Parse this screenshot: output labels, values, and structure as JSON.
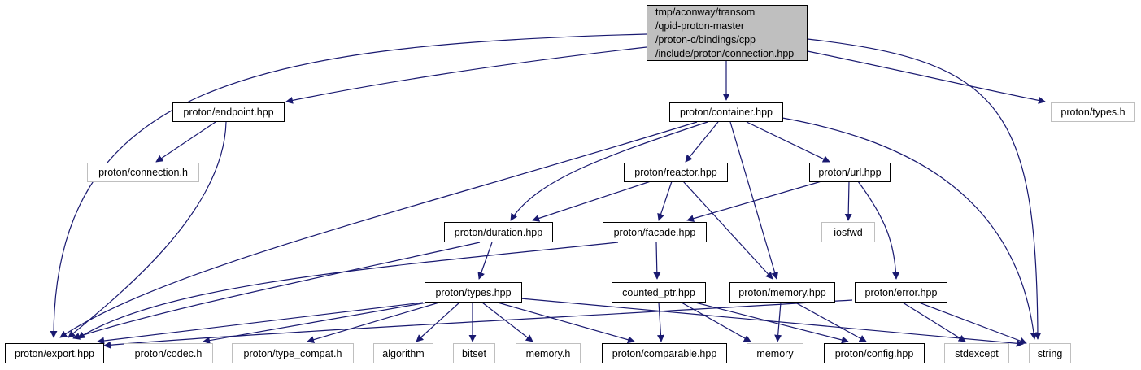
{
  "root": {
    "lines": [
      "tmp/aconway/transom",
      "/qpid-proton-master",
      "/proton-c/bindings/cpp",
      "/include/proton/connection.hpp"
    ]
  },
  "nodes": {
    "endpoint_hpp": "proton/endpoint.hpp",
    "container_hpp": "proton/container.hpp",
    "types_h": "proton/types.h",
    "connection_h": "proton/connection.h",
    "reactor_hpp": "proton/reactor.hpp",
    "url_hpp": "proton/url.hpp",
    "duration_hpp": "proton/duration.hpp",
    "facade_hpp": "proton/facade.hpp",
    "iosfwd": "iosfwd",
    "types_hpp": "proton/types.hpp",
    "counted_ptr_hpp": "counted_ptr.hpp",
    "memory_hpp": "proton/memory.hpp",
    "error_hpp": "proton/error.hpp",
    "export_hpp": "proton/export.hpp",
    "codec_h": "proton/codec.h",
    "type_compat_h": "proton/type_compat.h",
    "algorithm": "algorithm",
    "bitset": "bitset",
    "memory_h": "memory.h",
    "comparable_hpp": "proton/comparable.hpp",
    "memory": "memory",
    "config_hpp": "proton/config.hpp",
    "stdexcept": "stdexcept",
    "string": "string"
  },
  "colors": {
    "edge": "#191970",
    "root_fill": "#bfbfbf",
    "external_border": "#bfbfbf"
  }
}
